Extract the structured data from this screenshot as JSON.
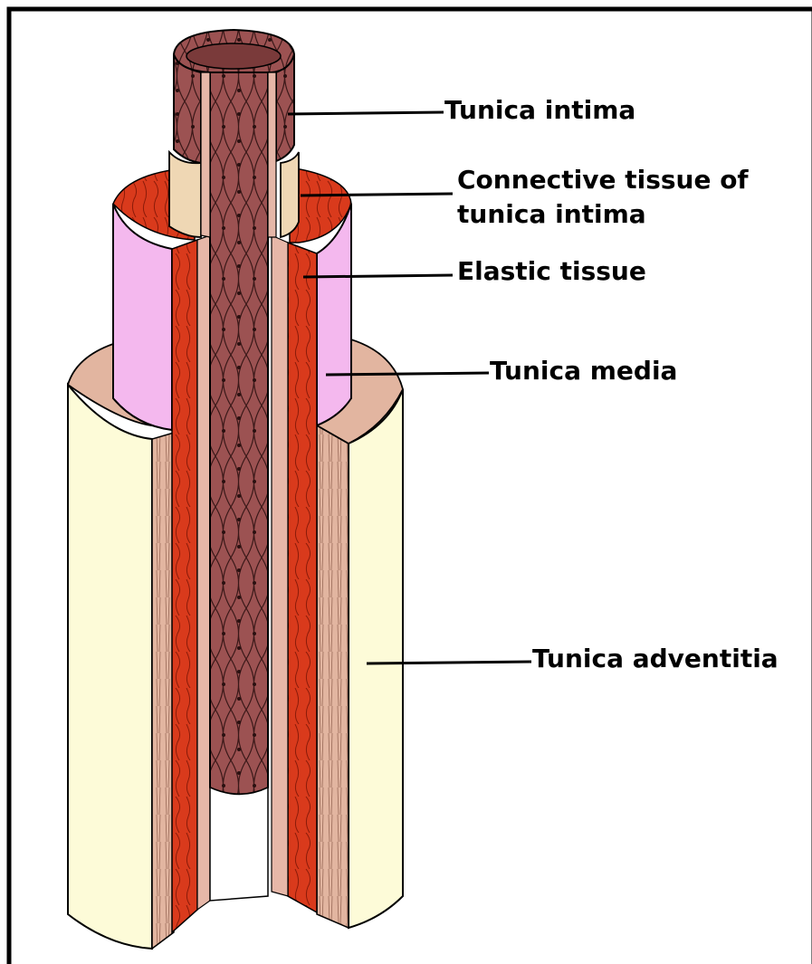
{
  "labels": {
    "tunica_intima": "Tunica intima",
    "connective_tissue_line1": "Connective tissue of",
    "connective_tissue_line2": "tunica intima",
    "elastic_tissue": "Elastic tissue",
    "tunica_media": "Tunica media",
    "tunica_adventitia": "Tunica adventitia"
  },
  "colors": {
    "border": "#000000",
    "adventitia_outer": "#fdfbd8",
    "adventitia_cut": "#e2b5a0",
    "media_outer": "#f4b8ee",
    "media_cut": "#d93a1c",
    "elastic_band": "#efd7b4",
    "intima_cells": "#9c5252",
    "intima_cell_lines": "#3a1818",
    "lumen_cut": "#e6b7a8"
  }
}
